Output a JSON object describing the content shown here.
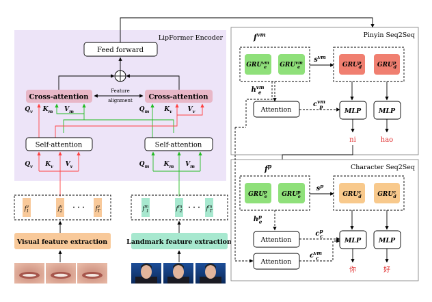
{
  "encoder": {
    "title": "LipFormer Encoder",
    "feed_forward": "Feed forward",
    "cross_attention": "Cross-attention",
    "self_attention": "Self-attention",
    "feature_alignment": "Feature alignment",
    "left_cross_inputs": [
      "Q_v",
      "K_m",
      "V_m"
    ],
    "right_cross_inputs": [
      "Q_m",
      "K_v",
      "V_v"
    ],
    "left_self_inputs": [
      "Q_v",
      "K_v",
      "V_v"
    ],
    "right_self_inputs": [
      "Q_m",
      "K_m",
      "V_m"
    ]
  },
  "visual_branch": {
    "features": [
      "f_1^v",
      "f_2^v",
      "f_T^v"
    ],
    "ellipsis": "· · ·",
    "extraction_label": "Visual feature extraction",
    "thumbnails": 3
  },
  "landmark_branch": {
    "features": [
      "f_1^m",
      "f_2^m",
      "f_T^m"
    ],
    "ellipsis": "· · ·",
    "extraction_label": "Landmark feature extraction",
    "thumbnails": 3
  },
  "pinyin": {
    "title": "Pinyin Seq2Seq",
    "input_label": "f^vm",
    "encoder_grus": [
      "GRU_e^vm",
      "GRU_e^vm"
    ],
    "decoder_grus": [
      "GRU_d^p",
      "GRU_d^p"
    ],
    "state_label": "s^vm",
    "hidden_label": "h_e^vm",
    "context_label": "c_p^vm",
    "attention": "Attention",
    "mlp": "MLP",
    "outputs": [
      "ni",
      "hao"
    ]
  },
  "character": {
    "title": "Character Seq2Seq",
    "input_label": "f^p",
    "encoder_grus": [
      "GRU_e^p",
      "GRU_e^p"
    ],
    "decoder_grus": [
      "GRU_d^c",
      "GRU_d^c"
    ],
    "state_label": "s^p",
    "hidden_label": "h_e^p",
    "context_label_1": "c_c^p",
    "context_label_2": "c_c^vm",
    "attention": "Attention",
    "mlp": "MLP",
    "outputs": [
      "你",
      "好"
    ]
  },
  "colors": {
    "encoder_bg": "#ede4f8",
    "cross_attention": "#e8b7c7",
    "visual": "#f8c99a",
    "landmark": "#a7e8cf",
    "gru_green": "#8fe07a",
    "gru_red": "#f07f70",
    "gru_orange": "#f8c98c",
    "red_arrow": "#ff4040",
    "green_arrow": "#22bb22",
    "output_red": "#e03030"
  }
}
